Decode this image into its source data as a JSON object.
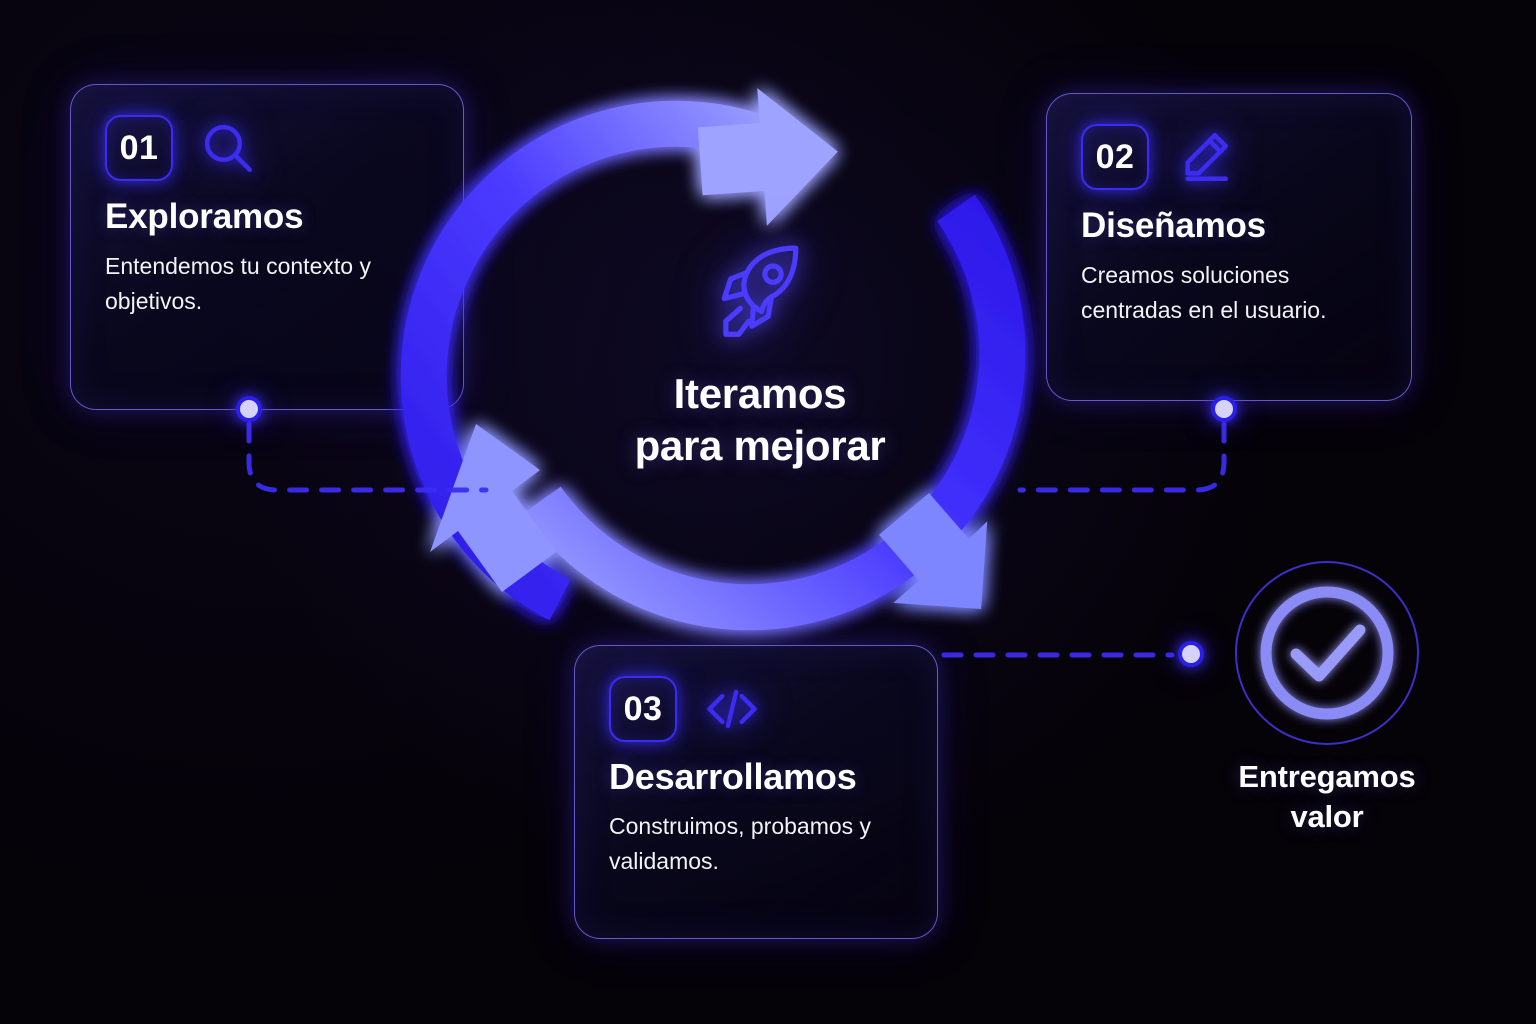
{
  "theme": {
    "background": "#050208",
    "accent": "#3B2CF0",
    "accent_light": "#8B8BF5",
    "dot_fill": "#D5D3FA",
    "text": "#FFFFFF"
  },
  "cards": [
    {
      "number": "01",
      "title": "Exploramos",
      "description": "Entendemos tu contexto y objetivos.",
      "icon": "search-icon"
    },
    {
      "number": "02",
      "title": "Diseñamos",
      "description": "Creamos soluciones centradas en el usuario.",
      "icon": "pencil-icon"
    },
    {
      "number": "03",
      "title": "Desarrollamos",
      "description": "Construimos, probamos y validamos.",
      "icon": "code-brackets-icon"
    }
  ],
  "center": {
    "icon": "rocket-icon",
    "title_line_1": "Iteramos",
    "title_line_2": "para mejorar"
  },
  "outcome": {
    "icon": "check-circle-icon",
    "label_line_1": "Entregamos",
    "label_line_2": "valor"
  }
}
